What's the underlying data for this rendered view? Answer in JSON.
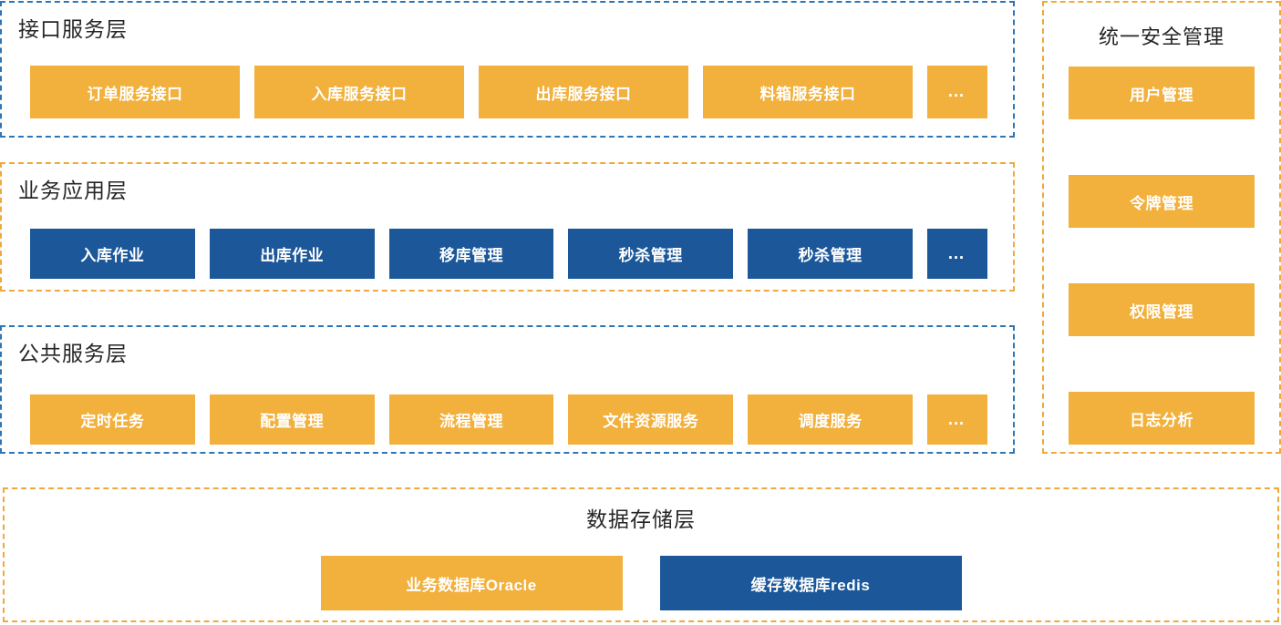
{
  "colors": {
    "gold_fill": "#F2B03C",
    "blue_fill": "#1B5799",
    "blue_dash_border": "#2E75B6",
    "gold_dash_border": "#EFA93C",
    "title_text": "#262626",
    "node_text": "#FFFFFF",
    "background": "#FFFFFF"
  },
  "layers": {
    "interface": {
      "title": "接口服务层",
      "frame": "blue-dashed",
      "node_style": "gold",
      "nodes": [
        {
          "label": "订单服务接口"
        },
        {
          "label": "入库服务接口"
        },
        {
          "label": "出库服务接口"
        },
        {
          "label": "料箱服务接口"
        },
        {
          "label": "…"
        }
      ]
    },
    "business": {
      "title": "业务应用层",
      "frame": "gold-dashed",
      "node_style": "blue",
      "nodes": [
        {
          "label": "入库作业"
        },
        {
          "label": "出库作业"
        },
        {
          "label": "移库管理"
        },
        {
          "label": "秒杀管理"
        },
        {
          "label": "秒杀管理"
        },
        {
          "label": "…"
        }
      ]
    },
    "common": {
      "title": "公共服务层",
      "frame": "blue-dashed",
      "node_style": "gold",
      "nodes": [
        {
          "label": "定时任务"
        },
        {
          "label": "配置管理"
        },
        {
          "label": "流程管理"
        },
        {
          "label": "文件资源服务"
        },
        {
          "label": "调度服务"
        },
        {
          "label": "…"
        }
      ]
    },
    "security": {
      "title": "统一安全管理",
      "frame": "gold-dashed",
      "node_style": "gold",
      "nodes": [
        {
          "label": "用户管理"
        },
        {
          "label": "令牌管理"
        },
        {
          "label": "权限管理"
        },
        {
          "label": "日志分析"
        }
      ]
    },
    "storage": {
      "title": "数据存储层",
      "frame": "gold-dashed",
      "nodes": [
        {
          "label": "业务数据库Oracle",
          "style": "gold"
        },
        {
          "label": "缓存数据库redis",
          "style": "blue"
        }
      ]
    }
  }
}
